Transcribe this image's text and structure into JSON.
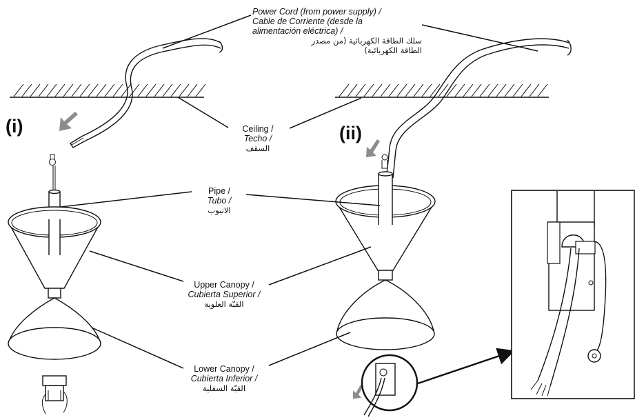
{
  "labels": {
    "power_cord": {
      "en": "Power Cord (from power supply) /",
      "es1": "Cable de Corriente (desde la",
      "es2": "alimentación eléctrica) /",
      "ar1": "سلك الطاقة الكهربائية (من مصدر",
      "ar2": "الطاقة الكهربائية)"
    },
    "ceiling": {
      "en": "Ceiling /",
      "es": "Techo /",
      "ar": "السقف"
    },
    "pipe": {
      "en": "Pipe /",
      "es": "Tubo /",
      "ar": "الانبوب"
    },
    "upper_canopy": {
      "en": "Upper Canopy /",
      "es": "Cubierta Superior /",
      "ar": "القبّة العلوية"
    },
    "lower_canopy": {
      "en": "Lower Canopy /",
      "es": "Cubierta Inferior /",
      "ar": "القبّة السفلية"
    }
  },
  "steps": {
    "first": "(i)",
    "second": "(ii)"
  },
  "colors": {
    "line": "#111111",
    "arrow": "#8c8c8c",
    "background": "#ffffff"
  },
  "icons": [
    "arrow-down-left-icon",
    "pointer-arrow-icon"
  ]
}
